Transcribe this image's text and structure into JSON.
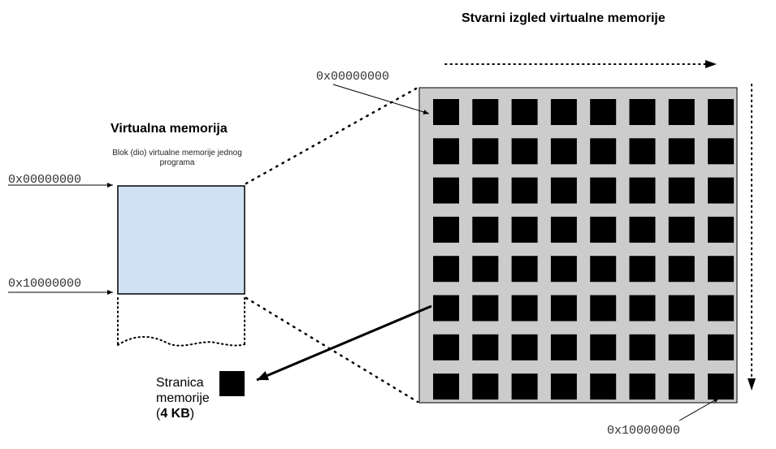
{
  "titles": {
    "left": "Virtualna memorija",
    "right": "Stvarni izgled virtualne memorije"
  },
  "block_note": "Blok (dio) virtualne memorije jednog programa",
  "addresses": {
    "left_top": "0x00000000",
    "left_bottom": "0x10000000",
    "right_top": "0x00000000",
    "right_bottom": "0x10000000"
  },
  "page_label": {
    "line1": "Stranica",
    "line2": "memorije",
    "paren_open": "(",
    "size": "4 KB",
    "paren_close": ")"
  },
  "grid": {
    "rows": 8,
    "cols": 8
  },
  "colors": {
    "block_fill": "#cfe2f3",
    "grid_background": "#cccccc",
    "page_square": "#000000"
  }
}
